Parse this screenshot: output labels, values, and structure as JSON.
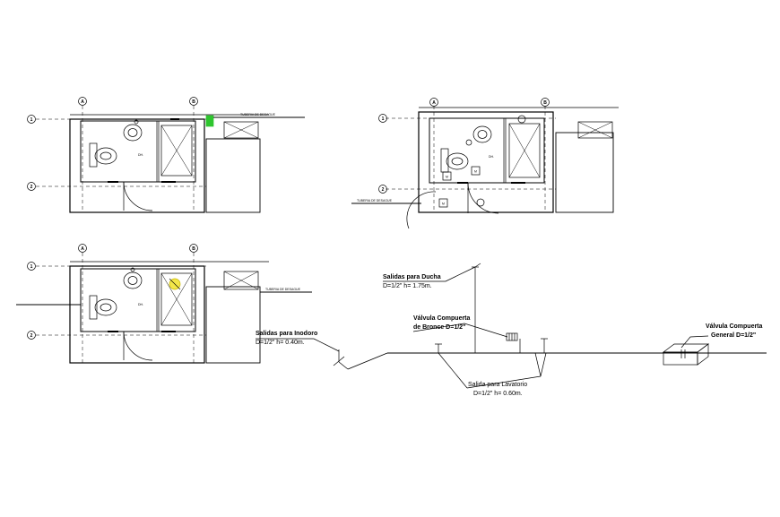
{
  "grid_axes": {
    "col_a": "A",
    "col_b": "B",
    "row_1": "1",
    "row_2": "2"
  },
  "plan_labels": {
    "room": "DH.",
    "valve": "M",
    "pipe_note": "TUBERIA DE DESAGUE"
  },
  "isometric": {
    "ducha": {
      "title": "Salidas para Ducha",
      "spec": "D=1/2\" h= 1.75m."
    },
    "compuerta_bronce": {
      "title": "Válvula Compuerta",
      "spec": "de Bronce D=1/2\""
    },
    "lavatorio": {
      "title": "Salida para Lavatorio",
      "spec": "D=1/2\" h= 0.60m."
    },
    "inodoro": {
      "title": "Salidas para Inodoro",
      "spec": "D=1/2\" h= 0.40m."
    },
    "compuerta_general": {
      "title": "Válvula Compuerta",
      "spec": "General D=1/2\""
    }
  },
  "colors": {
    "line": "#000000",
    "accent_green": "#2ec52e",
    "accent_yellow": "#f2e64a"
  }
}
